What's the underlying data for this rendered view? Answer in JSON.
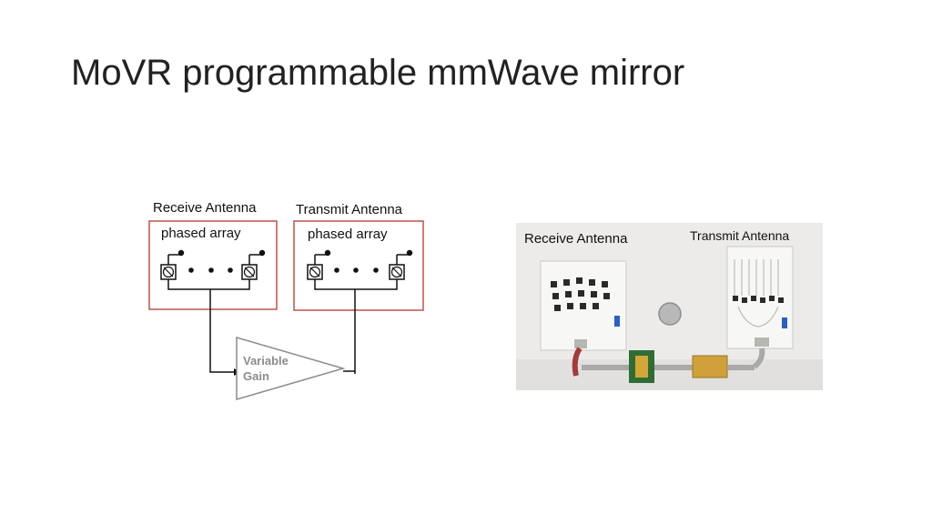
{
  "slide": {
    "title": "MoVR programmable mmWave mirror"
  },
  "diagram": {
    "receive_title": "Receive Antenna",
    "receive_sub": "phased array",
    "transmit_title": "Transmit Antenna",
    "transmit_sub": "phased array",
    "amp_line1": "Variable",
    "amp_line2": "Gain",
    "box_color": "#c0504d",
    "amp_color": "#8c8c8c"
  },
  "photo": {
    "receive_label": "Receive Antenna",
    "transmit_label": "Transmit Antenna"
  }
}
